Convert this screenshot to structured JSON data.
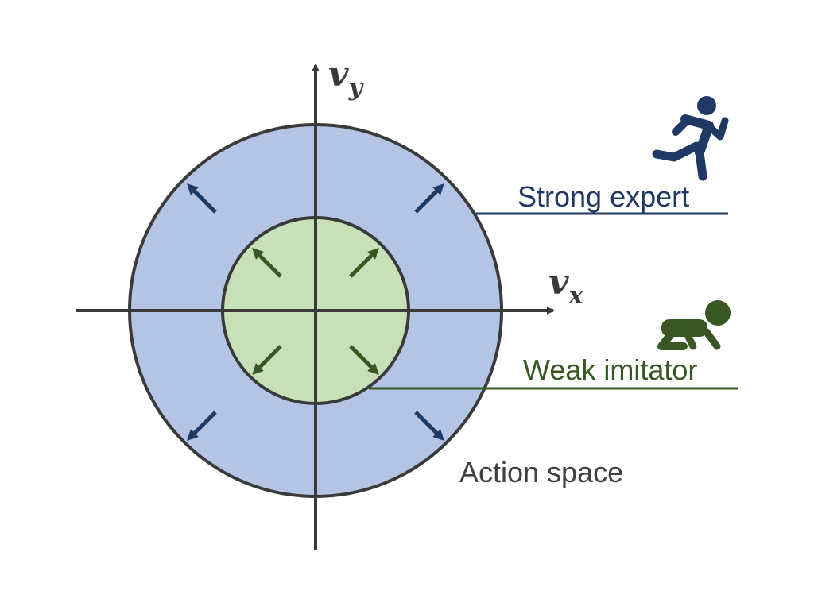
{
  "axes": {
    "x_label": "v",
    "x_subscript": "x",
    "y_label": "v",
    "y_subscript": "y"
  },
  "labels": {
    "strong_expert": "Strong expert",
    "weak_imitator": "Weak imitator",
    "action_space": "Action space"
  },
  "icons": {
    "expert": "running-person-icon",
    "imitator": "crawling-baby-icon"
  },
  "colors": {
    "outer_fill": "#b4c4e4",
    "inner_fill": "#c8e0b8",
    "circle_stroke": "#3a3a3a",
    "axis": "#3a3a3a",
    "expert": "#1f3864",
    "imitator": "#385723",
    "text_gray": "#404040"
  }
}
